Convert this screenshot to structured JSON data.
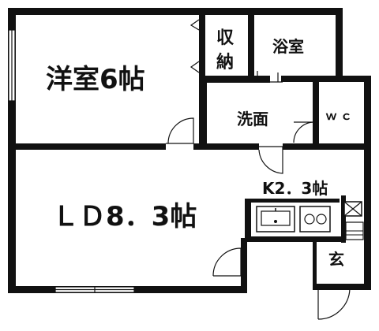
{
  "plan": {
    "rooms": {
      "western_room": "洋室6帖",
      "storage_line1": "収",
      "storage_line2": "納",
      "bathroom": "浴室",
      "washroom": "洗面",
      "toilet": "ｗｃ",
      "ldk": "ＬＤ8．3帖",
      "kitchen": "K2．3帖",
      "entrance": "玄"
    },
    "colors": {
      "wall": "#111111",
      "background": "#ffffff"
    }
  }
}
